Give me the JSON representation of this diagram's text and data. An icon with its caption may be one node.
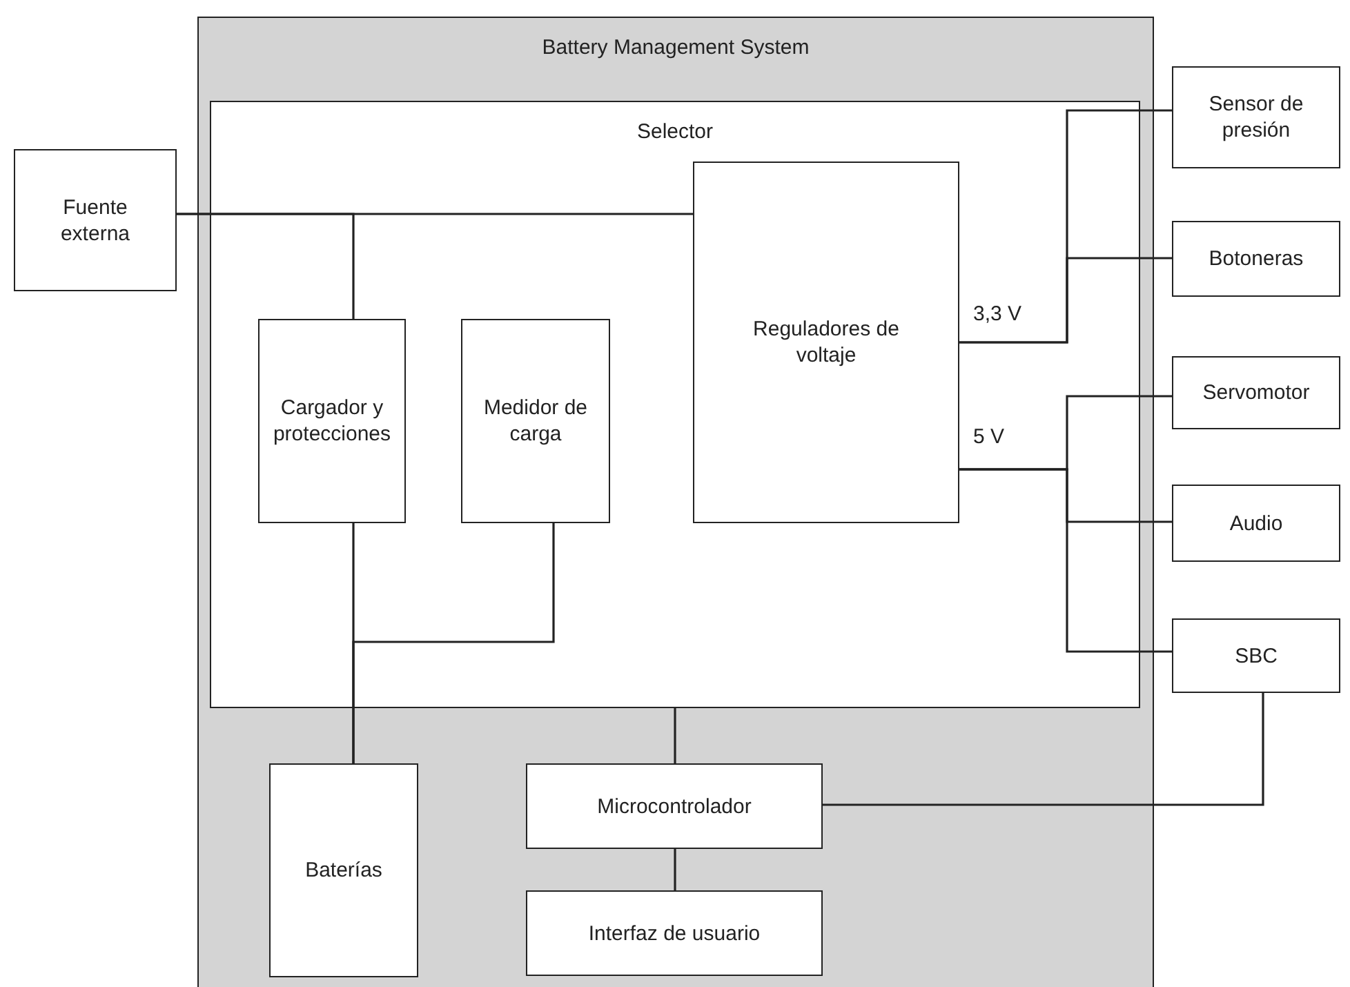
{
  "diagram": {
    "nodes": [
      {
        "text": [
          "Battery Management System"
        ]
      },
      {
        "text": [
          "Selector"
        ],
        "in": 0
      },
      {
        "text": [
          "Fuente externa"
        ]
      },
      {
        "text": [
          "Reguladores de voltaje"
        ],
        "in": 1
      },
      {
        "text": [
          "Cargador y protecciones"
        ],
        "in": 1
      },
      {
        "text": [
          "Medidor de carga"
        ],
        "in": 1
      },
      {
        "text": [
          "Sensor de presión"
        ]
      },
      {
        "text": [
          "Botoneras"
        ]
      },
      {
        "text": [
          "Servomotor"
        ]
      },
      {
        "text": [
          "Audio"
        ]
      },
      {
        "text": [
          "SBC"
        ]
      },
      {
        "text": [
          "Baterías"
        ],
        "in": 0
      },
      {
        "text": [
          "Microcontrolador"
        ],
        "in": 0
      },
      {
        "text": [
          "Interfaz de usuario"
        ],
        "in": 0
      }
    ],
    "edges": [
      {
        "from": 2,
        "to": 3,
        "arrow": "none"
      },
      {
        "from": 2,
        "to": 4,
        "arrow": "none"
      },
      {
        "from": 3,
        "to": 6,
        "arrow": "none",
        "label": "3,3 V"
      },
      {
        "from": 3,
        "to": 7,
        "arrow": "none"
      },
      {
        "from": 3,
        "to": 8,
        "arrow": "none",
        "label": "5 V"
      },
      {
        "from": 3,
        "to": 9,
        "arrow": "none"
      },
      {
        "from": 3,
        "to": 10,
        "arrow": "none"
      },
      {
        "from": 4,
        "to": 11,
        "arrow": "none"
      },
      {
        "from": 5,
        "to": 11,
        "arrow": "none"
      },
      {
        "from": 1,
        "to": 12,
        "arrow": "none"
      },
      {
        "from": 12,
        "to": 13,
        "arrow": "none"
      },
      {
        "from": 12,
        "to": 10,
        "arrow": "none"
      }
    ]
  }
}
